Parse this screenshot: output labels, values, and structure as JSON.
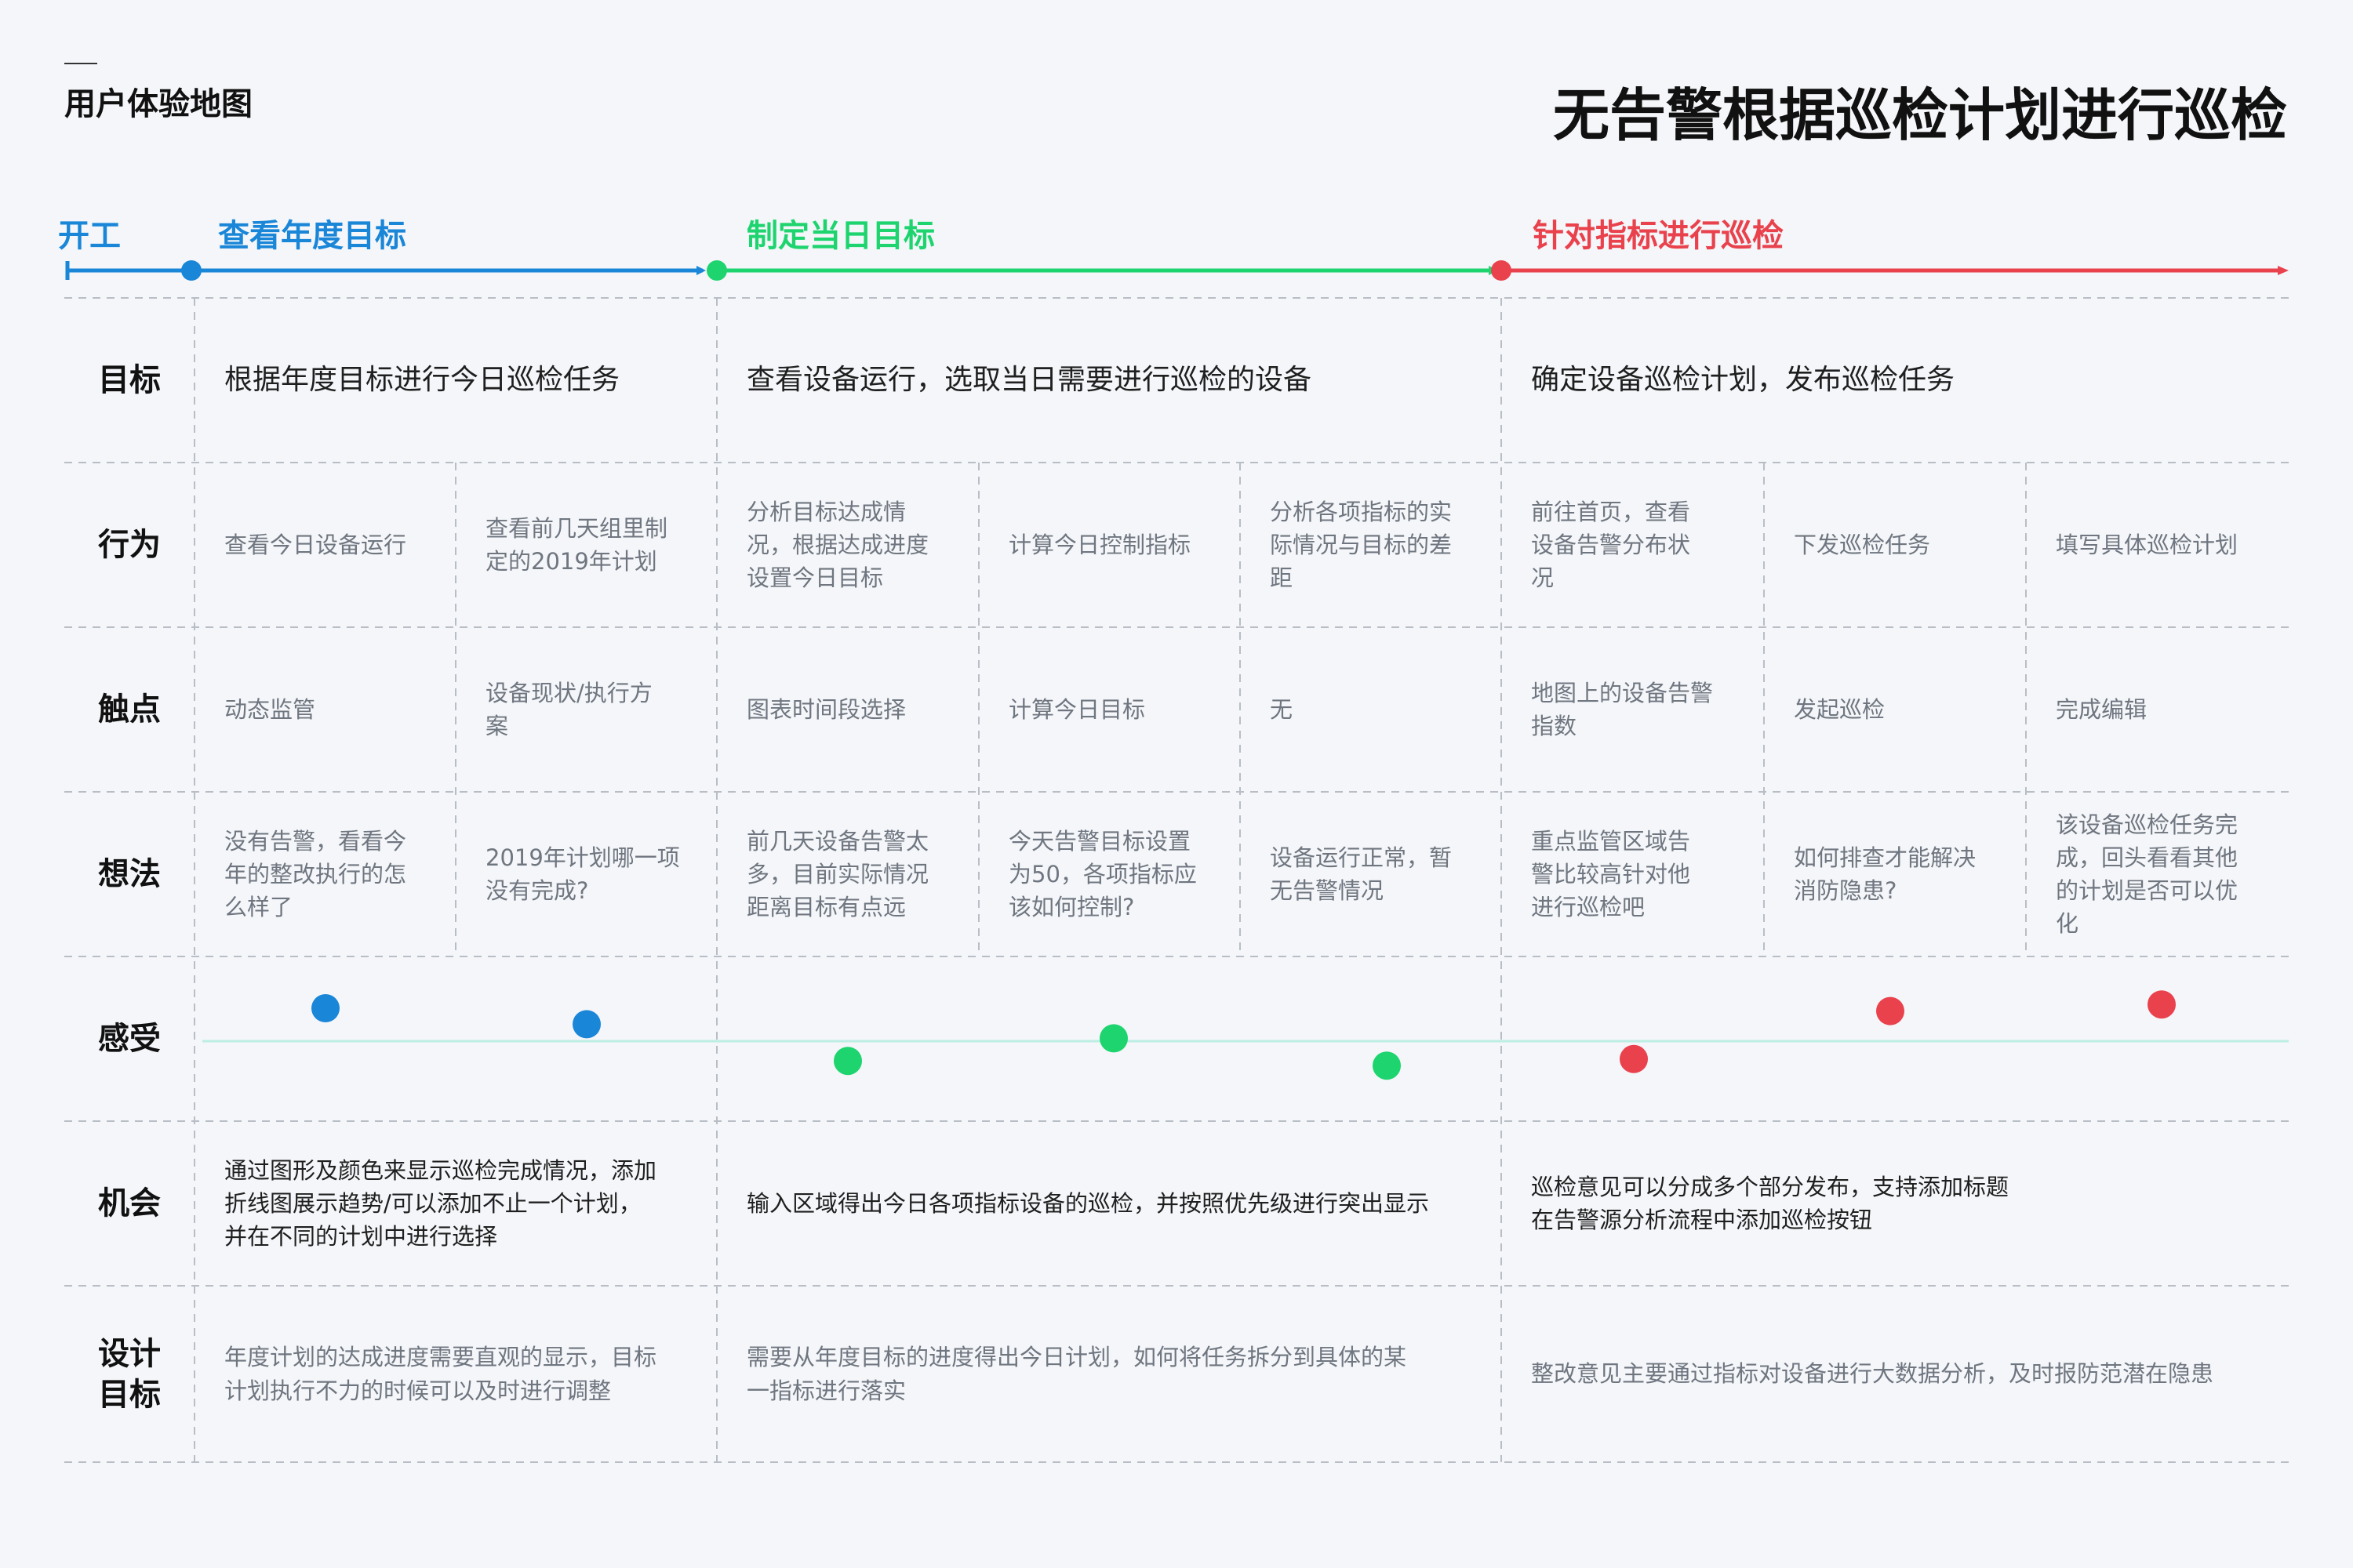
{
  "header": {
    "brand": "用户体验地图",
    "title": "无告警根据巡检计划进行巡检"
  },
  "colors": {
    "blue": "#1a86d8",
    "green": "#1ed46f",
    "red": "#e9424d",
    "emotion_line": "#bdeee4",
    "grid": "#b9bec6"
  },
  "stages": {
    "start": "开工",
    "s1": "查看年度目标",
    "s2": "制定当日目标",
    "s3": "针对指标进行巡检"
  },
  "rows": {
    "goal": "目标",
    "behavior": "行为",
    "touch": "触点",
    "thought": "想法",
    "feeling": "感受",
    "opportunity": "机会",
    "design": "设计\n目标"
  },
  "goals": [
    "根据年度目标进行今日巡检任务",
    "查看设备运行，选取当日需要进行巡检的设备",
    "确定设备巡检计划，发布巡检任务"
  ],
  "behaviors": [
    "查看今日设备运行",
    "查看前几天组里制\n定的2019年计划",
    "分析目标达成情\n况，根据达成进度\n设置今日目标",
    "计算今日控制指标",
    "分析各项指标的实\n际情况与目标的差\n距",
    "前往首页，查看\n设备告警分布状\n况",
    "下发巡检任务",
    "填写具体巡检计划"
  ],
  "touchpoints": [
    "动态监管",
    "设备现状/执行方\n案",
    "图表时间段选择",
    "计算今日目标",
    "无",
    "地图上的设备告警\n指数",
    "发起巡检",
    "完成编辑"
  ],
  "thoughts": [
    "没有告警，看看今\n年的整改执行的怎\n么样了",
    "2019年计划哪一项\n没有完成?",
    "前几天设备告警太\n多，目前实际情况\n距离目标有点远",
    "今天告警目标设置\n为50，各项指标应\n该如何控制?",
    "设备运行正常，暂\n无告警情况",
    "重点监管区域告\n警比较高针对他\n进行巡检吧",
    "如何排查才能解决\n消防隐患?",
    "该设备巡检任务完\n成，回头看看其他\n的计划是否可以优\n化"
  ],
  "emotion_levels": [
    0.7,
    0.36,
    -0.42,
    0.06,
    -0.52,
    -0.38,
    0.64,
    0.78
  ],
  "opportunities": [
    "通过图形及颜色来显示巡检完成情况，添加\n折线图展示趋势/可以添加不止一个计划，\n并在不同的计划中进行选择",
    "输入区域得出今日各项指标设备的巡检，并按照优先级进行突出显示",
    "巡检意见可以分成多个部分发布，支持添加标题\n在告警源分析流程中添加巡检按钮"
  ],
  "design_goals": [
    "年度计划的达成进度需要直观的显示，目标\n计划执行不力的时候可以及时进行调整",
    "需要从年度目标的进度得出今日计划，如何将任务拆分到具体的某\n一指标进行落实",
    "整改意见主要通过指标对设备进行大数据分析，及时报防范潜在隐患"
  ]
}
